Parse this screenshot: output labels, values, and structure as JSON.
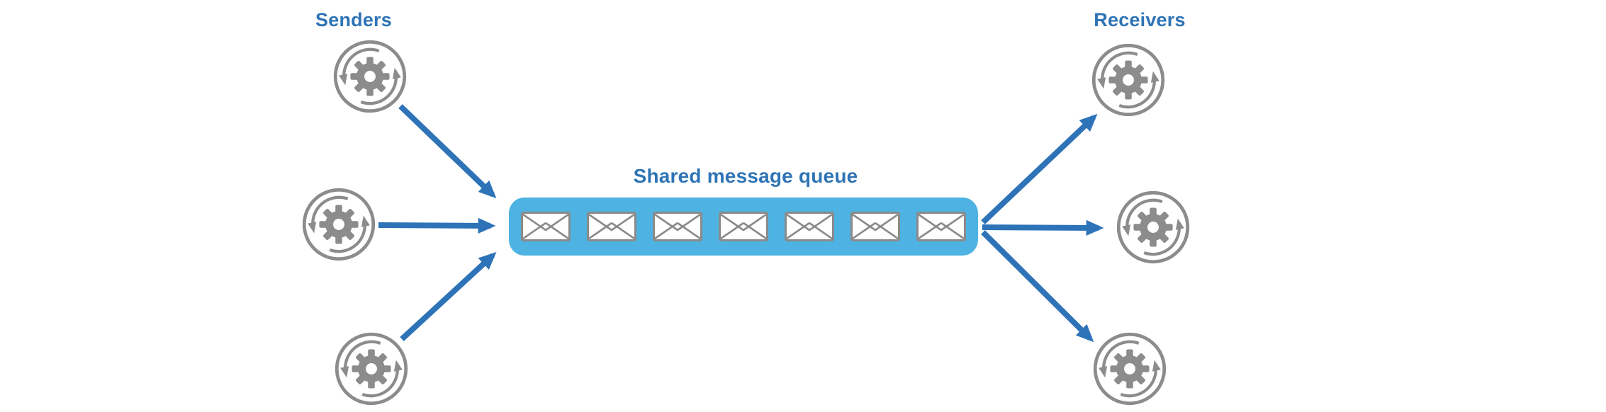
{
  "diagram": {
    "title_senders": "Senders",
    "title_receivers": "Receivers",
    "queue": {
      "label": "Shared message queue",
      "message_count": 7,
      "message_icon": "envelope-icon"
    },
    "senders": {
      "count": 3,
      "icon": "gear-sync-icon"
    },
    "receivers": {
      "count": 3,
      "icon": "gear-sync-icon"
    },
    "arrows": {
      "from_senders": 3,
      "to_receivers": 3,
      "direction": "left-to-right"
    }
  },
  "colors": {
    "background": "#ffffff",
    "label_blue": "#2e74b5",
    "arrow_blue": "#2e73b8",
    "queue_fill": "#4eb3e2",
    "icon_gray": "#8c8c8c",
    "envelope_fill": "#ffffff",
    "envelope_stroke": "#8a8a8a"
  }
}
